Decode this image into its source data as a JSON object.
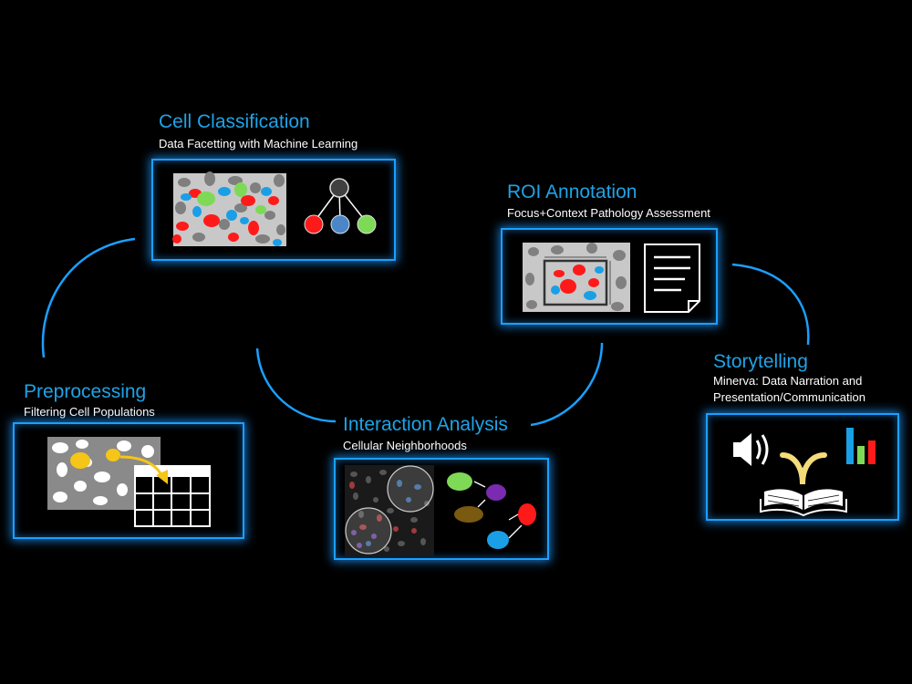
{
  "stages": {
    "cell_classification": {
      "title": "Cell Classification",
      "subtitle": "Data Facetting with Machine Learning"
    },
    "roi_annotation": {
      "title": "ROI Annotation",
      "subtitle": "Focus+Context Pathology Assessment"
    },
    "preprocessing": {
      "title": "Preprocessing",
      "subtitle": "Filtering Cell Populations"
    },
    "interaction_analysis": {
      "title": "Interaction Analysis",
      "subtitle": "Cellular Neighborhoods"
    },
    "storytelling": {
      "title": "Storytelling",
      "subtitle_line1": "Minerva: Data Narration and",
      "subtitle_line2": "Presentation/Communication"
    }
  },
  "colors": {
    "title_blue": "#1fa3e6",
    "frame_blue": "#1aa0ff",
    "cell_red": "#ff1a1a",
    "cell_blue": "#1a9fe6",
    "cell_green": "#7ed957",
    "cell_gray": "#8c8c8c",
    "arrow_yellow": "#f5c518"
  },
  "icons": {
    "classification_tree": "tree-icon",
    "annotation_document": "document-icon",
    "table": "table-icon",
    "speaker": "speaker-icon",
    "book": "open-book-icon",
    "bar_chart": "bar-chart-icon"
  }
}
